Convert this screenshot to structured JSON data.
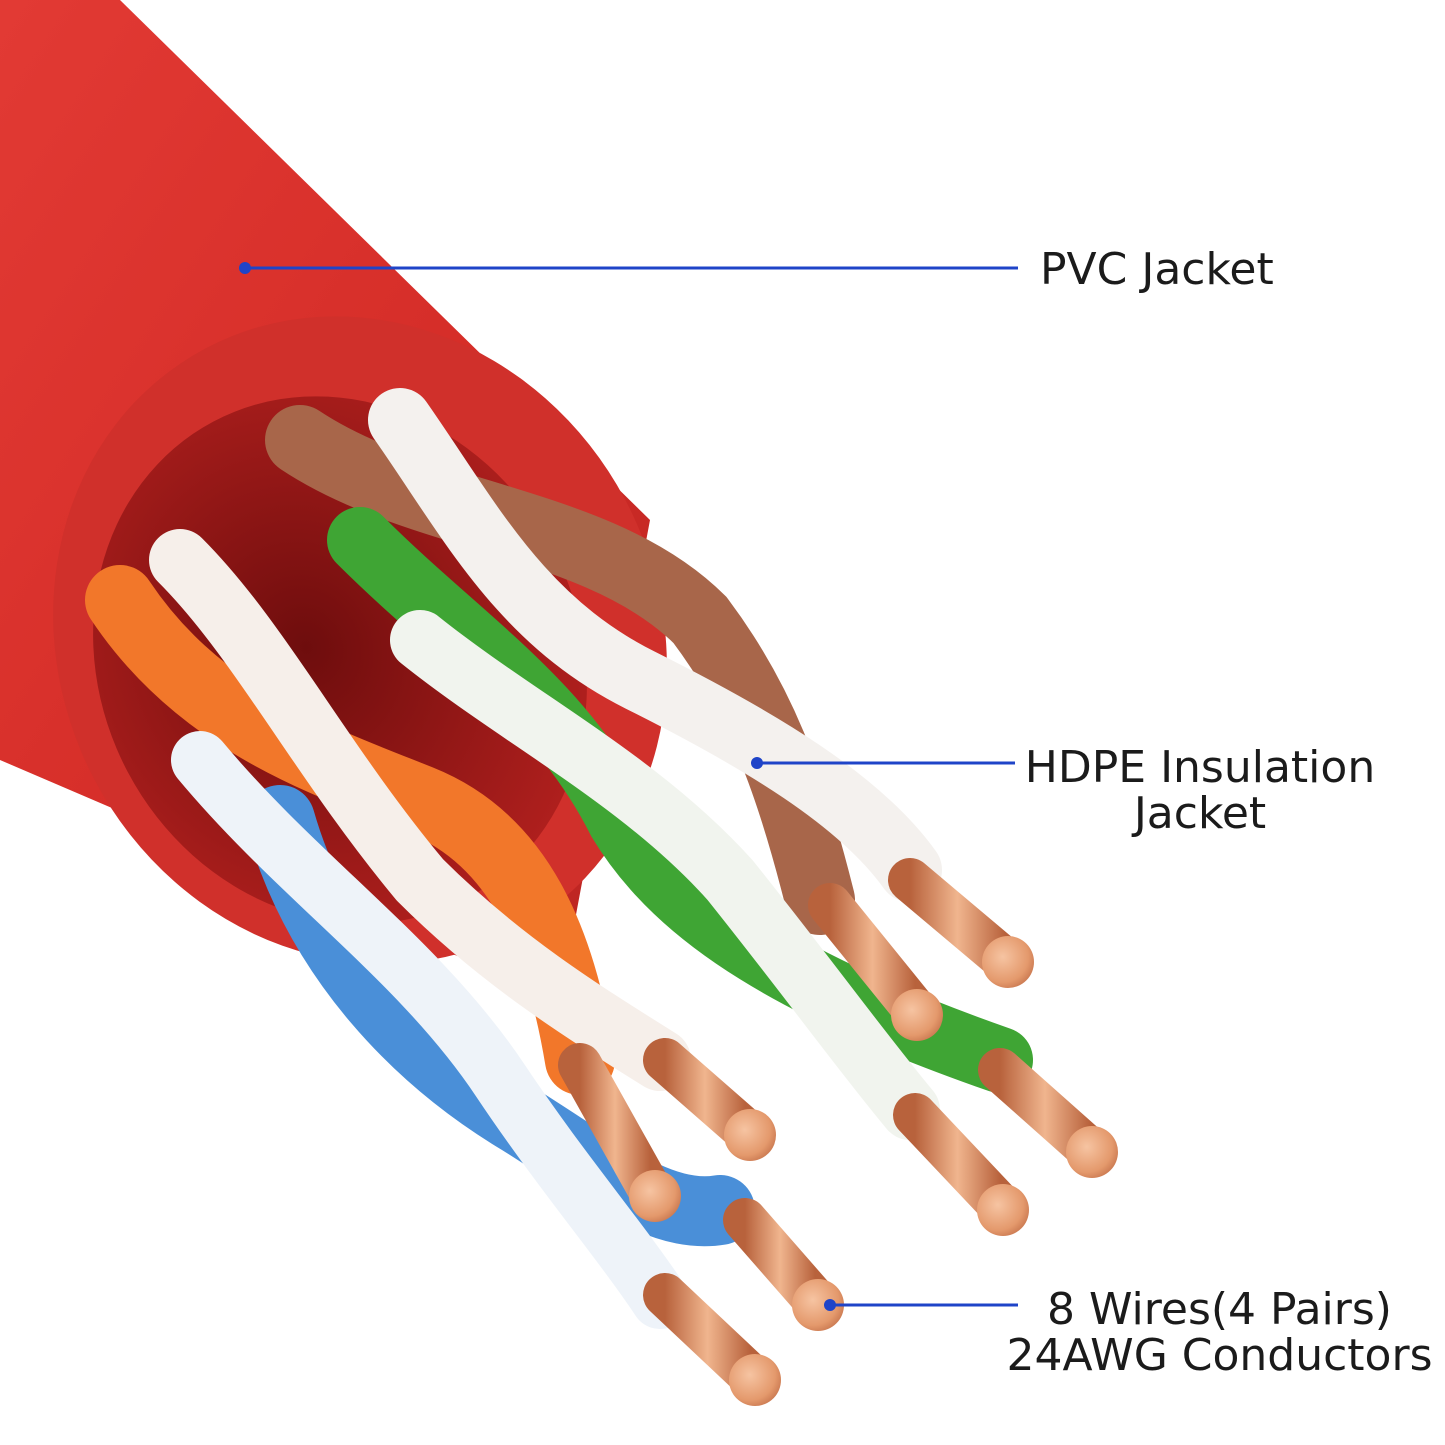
{
  "labels": {
    "pvc_jacket": "PVC Jacket",
    "hdpe_line1": "HDPE Insulation",
    "hdpe_line2": "Jacket",
    "wires_line1": "8 Wires(4 Pairs)",
    "wires_line2": "24AWG Conductors"
  },
  "colors": {
    "jacket": "#d8302c",
    "jacket_dark": "#b52222",
    "copper": "#e39a6f",
    "brown": "#a8664a",
    "green": "#3fa534",
    "orange": "#f2772a",
    "blue": "#4a8fd8",
    "white": "#f4f1ee",
    "callout_line": "#1f44c8"
  }
}
